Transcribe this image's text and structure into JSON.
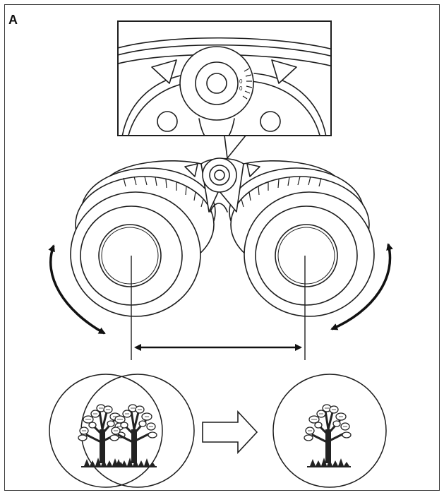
{
  "figure": {
    "panel_label": "A",
    "scale_digits": [
      "0",
      "0"
    ]
  },
  "colors": {
    "ink": "#1e1e1e",
    "frame": "#3a3a3a",
    "background": "#ffffff"
  },
  "icons": [
    "binoculars-illustration",
    "diopter-ring-icon",
    "rotate-arrow-icon",
    "width-arrow-icon",
    "tree-icon",
    "hollow-right-arrow-icon"
  ]
}
